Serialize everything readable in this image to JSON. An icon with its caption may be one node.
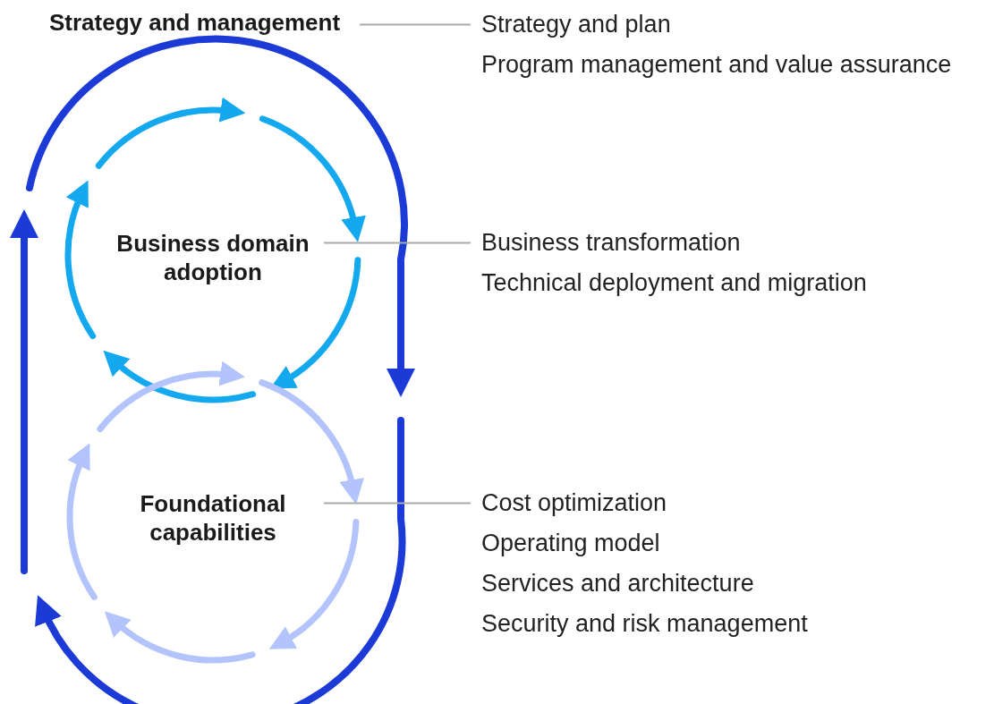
{
  "diagram": {
    "nodes": [
      {
        "text": [
          "Strategy and management"
        ]
      },
      {
        "text": [
          "Strategy and plan",
          "Program management and value assurance"
        ]
      },
      {
        "text": [
          "Business domain adoption"
        ]
      },
      {
        "text": [
          "Business transformation",
          "Technical deployment and migration"
        ]
      },
      {
        "text": [
          "Foundational capabilities"
        ]
      },
      {
        "text": [
          "Cost optimization",
          "Operating model",
          "Services and architecture",
          "Security and risk management"
        ]
      }
    ],
    "edges": [
      {
        "from": 0,
        "to": 1,
        "arrow": "none"
      },
      {
        "from": 2,
        "to": 3,
        "arrow": "none"
      },
      {
        "from": 4,
        "to": 5,
        "arrow": "none"
      }
    ]
  }
}
